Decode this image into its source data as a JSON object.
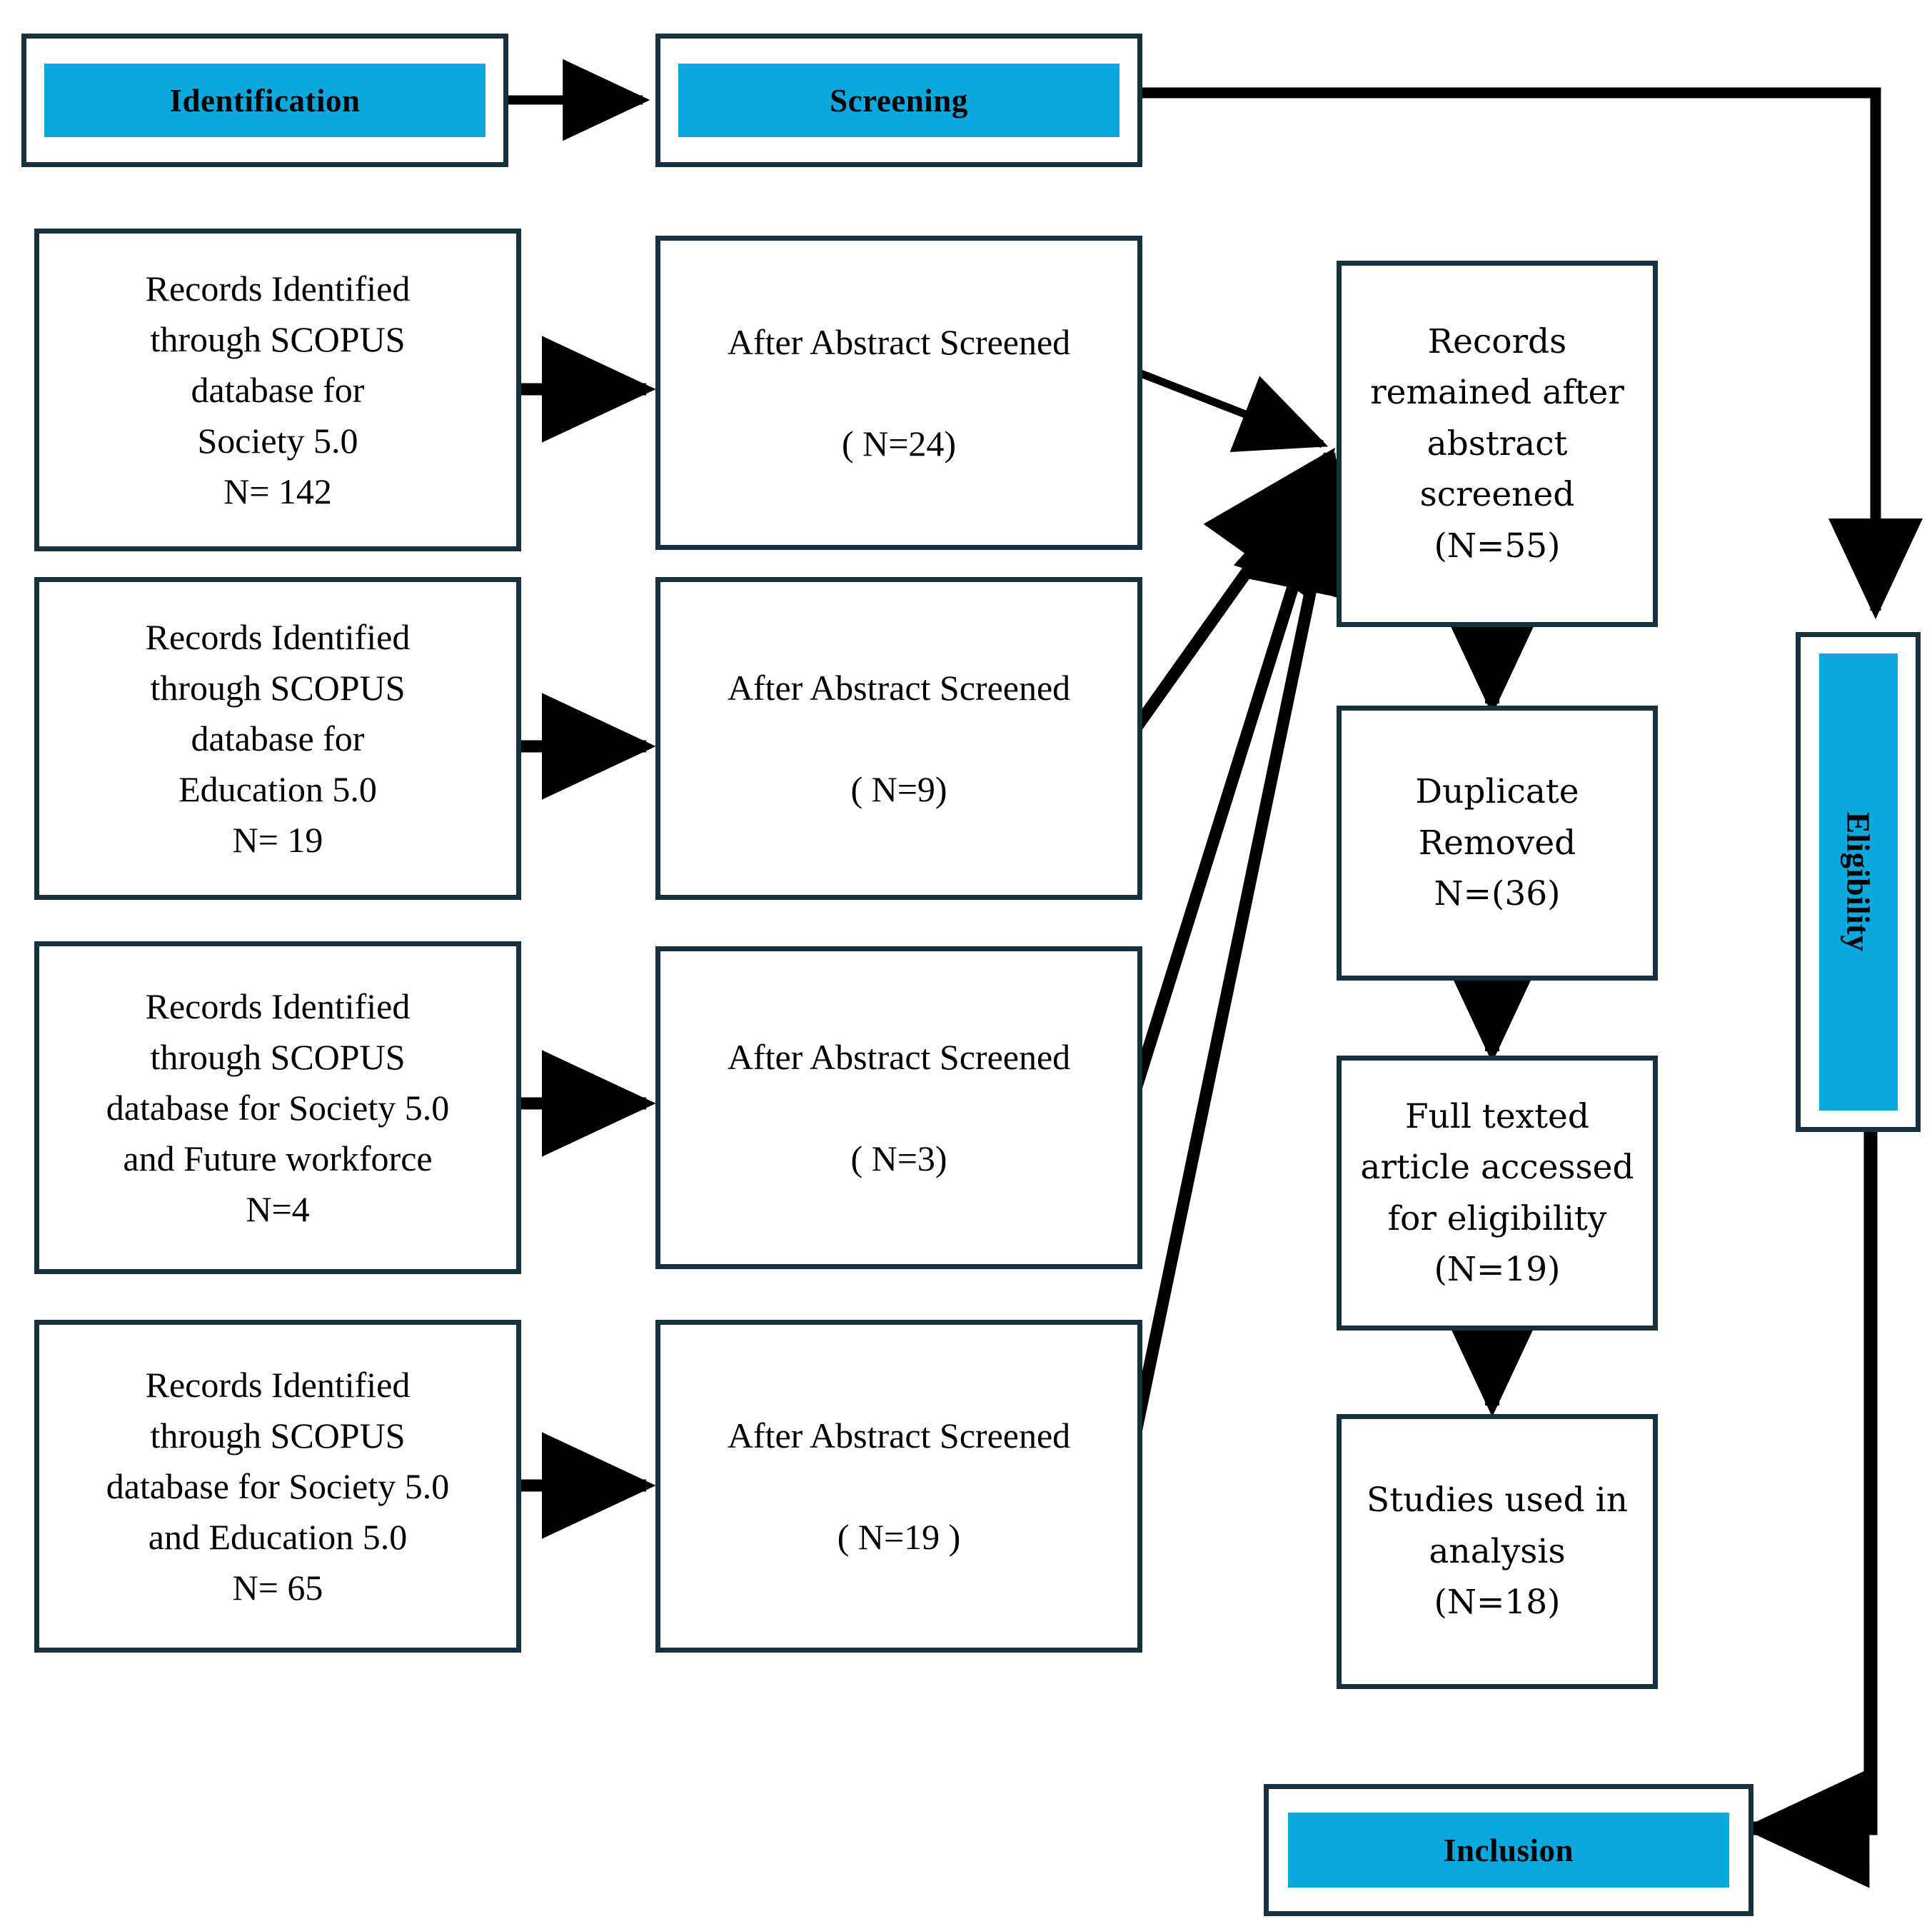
{
  "diagram": {
    "title": "PRISMA records selection flow diagram",
    "colors": {
      "accent": "#0aa8dc",
      "border": "#16303f",
      "arrow": "#000000",
      "background": "#ffffff",
      "text": "#000000"
    },
    "stage_labels": {
      "identification": "Identification",
      "screening": "Screening",
      "eligibility": "Eligibility",
      "inclusion": "Inclusion"
    },
    "identification_boxes": [
      {
        "id": "records-society-50",
        "text": "Records Identified\nthrough SCOPUS\ndatabase for\nSociety 5.0\nN= 142",
        "n": 142,
        "source": "SCOPUS",
        "topic": "Society 5.0"
      },
      {
        "id": "records-education-50",
        "text": "Records Identified\nthrough SCOPUS\ndatabase for\nEducation 5.0\nN= 19",
        "n": 19,
        "source": "SCOPUS",
        "topic": "Education 5.0"
      },
      {
        "id": "records-society-future-workforce",
        "text": "Records Identified\nthrough SCOPUS\ndatabase for Society 5.0\nand Future workforce\nN=4",
        "n": 4,
        "source": "SCOPUS",
        "topic": "Society 5.0 and Future workforce"
      },
      {
        "id": "records-society-education-50",
        "text": "Records Identified\nthrough SCOPUS\ndatabase for Society 5.0\nand Education 5.0\nN= 65",
        "n": 65,
        "source": "SCOPUS",
        "topic": "Society 5.0 and Education 5.0"
      }
    ],
    "screening_boxes": [
      {
        "id": "abstract-screened-24",
        "line1": "After Abstract Screened",
        "line2": "( N=24)",
        "n": 24
      },
      {
        "id": "abstract-screened-9",
        "line1": "After Abstract Screened",
        "line2": "( N=9)",
        "n": 9
      },
      {
        "id": "abstract-screened-3",
        "line1": "After Abstract Screened",
        "line2": "( N=3)",
        "n": 3
      },
      {
        "id": "abstract-screened-19",
        "line1": "After Abstract Screened",
        "line2": "( N=19 )",
        "n": 19
      }
    ],
    "pipeline_boxes": [
      {
        "id": "records-remained",
        "text": "Records\nremained after\nabstract\nscreened\n(N=55)",
        "n": 55
      },
      {
        "id": "duplicate-removed",
        "text": "Duplicate\nRemoved\nN=(36)",
        "n": 36
      },
      {
        "id": "full-text-eligibility",
        "text": "Full texted\narticle accessed\nfor eligibility\n(N=19)",
        "n": 19
      },
      {
        "id": "studies-used",
        "text": "Studies used in\nanalysis\n(N=18)",
        "n": 18
      }
    ]
  }
}
